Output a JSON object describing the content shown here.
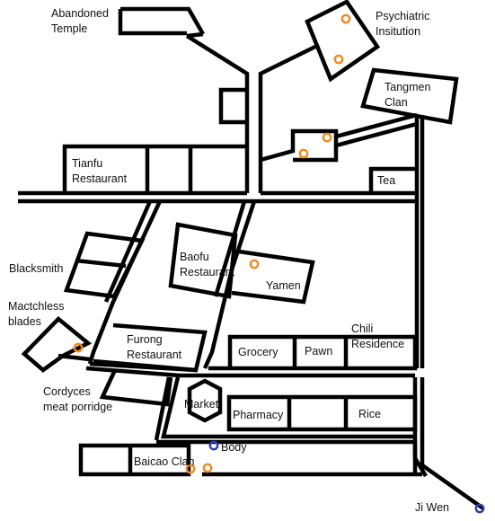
{
  "colors": {
    "ink": "#000000",
    "background": "#ffffff",
    "clue_marker": "#f28a22",
    "person_marker": "#2b3fb0"
  },
  "places": {
    "abandoned_temple": {
      "line1": "Abandoned",
      "line2": "Temple"
    },
    "psychiatric": {
      "line1": "Psychiatric",
      "line2": "Insitution"
    },
    "tangmen": {
      "line1": "Tangmen",
      "line2": "Clan"
    },
    "tianfu": {
      "line1": "Tianfu",
      "line2": "Restaurant"
    },
    "tea": "Tea",
    "blacksmith": "Blacksmith",
    "baofu": {
      "line1": "Baofu",
      "line2": "Restaurant"
    },
    "yamen": "Yamen",
    "matchless": {
      "line1": "Mactchless",
      "line2": "blades"
    },
    "furong": {
      "line1": "Furong",
      "line2": "Restaurant"
    },
    "chili": {
      "line1": "Chili",
      "line2": "Residence"
    },
    "grocery": "Grocery",
    "pawn": "Pawn",
    "cordyceps": {
      "line1": "Cordyces",
      "line2": "meat porridge"
    },
    "market": "Market",
    "pharmacy": "Pharmacy",
    "rice": "Rice",
    "body": "Body",
    "baicao": "Baicao Clan",
    "ji_wen": "Ji Wen"
  },
  "markers": {
    "clue_marker_icon": "orange-circle",
    "person_marker_icon": "blue-circle"
  }
}
